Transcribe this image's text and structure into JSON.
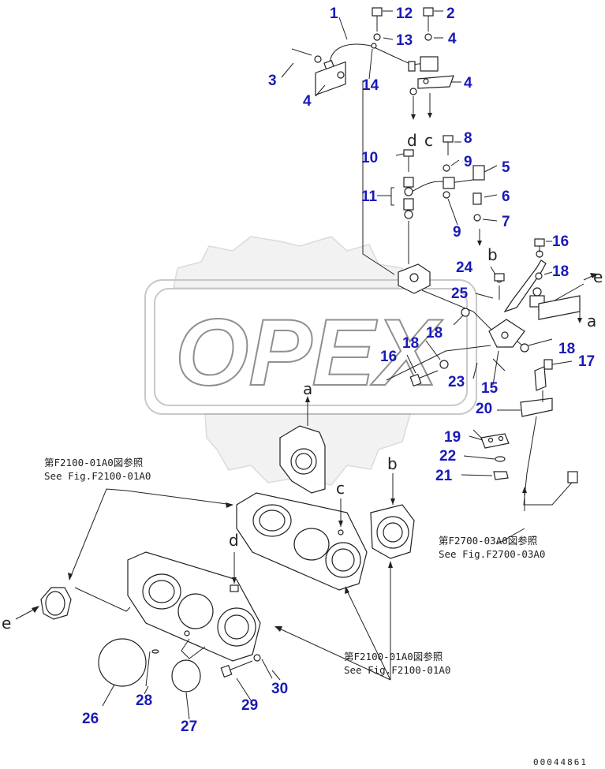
{
  "watermark": {
    "text": "OPEX"
  },
  "callouts": [
    {
      "label": "1"
    },
    {
      "label": "12"
    },
    {
      "label": "2"
    },
    {
      "label": "13"
    },
    {
      "label": "4"
    },
    {
      "label": "3"
    },
    {
      "label": "14"
    },
    {
      "label": "4"
    },
    {
      "label": "4"
    },
    {
      "label": "8"
    },
    {
      "label": "10"
    },
    {
      "label": "9"
    },
    {
      "label": "5"
    },
    {
      "label": "11"
    },
    {
      "label": "6"
    },
    {
      "label": "9"
    },
    {
      "label": "7"
    },
    {
      "label": "16"
    },
    {
      "label": "24"
    },
    {
      "label": "18"
    },
    {
      "label": "25"
    },
    {
      "label": "18"
    },
    {
      "label": "18"
    },
    {
      "label": "16"
    },
    {
      "label": "18"
    },
    {
      "label": "17"
    },
    {
      "label": "23"
    },
    {
      "label": "15"
    },
    {
      "label": "20"
    },
    {
      "label": "19"
    },
    {
      "label": "22"
    },
    {
      "label": "21"
    },
    {
      "label": "26"
    },
    {
      "label": "28"
    },
    {
      "label": "27"
    },
    {
      "label": "29"
    },
    {
      "label": "30"
    }
  ],
  "letters": [
    {
      "label": "d"
    },
    {
      "label": "c"
    },
    {
      "label": "b"
    },
    {
      "label": "e"
    },
    {
      "label": "a"
    },
    {
      "label": "a"
    },
    {
      "label": "c"
    },
    {
      "label": "b"
    },
    {
      "label": "d"
    },
    {
      "label": "e"
    }
  ],
  "references": [
    {
      "jp": "第F2100-01A0図参照",
      "en": "See Fig.F2100-01A0"
    },
    {
      "jp": "第F2700-03A0図参照",
      "en": "See Fig.F2700-03A0"
    },
    {
      "jp": "第F2100-01A0図参照",
      "en": "See Fig.F2100-01A0"
    }
  ],
  "diagram_code": "00044861"
}
